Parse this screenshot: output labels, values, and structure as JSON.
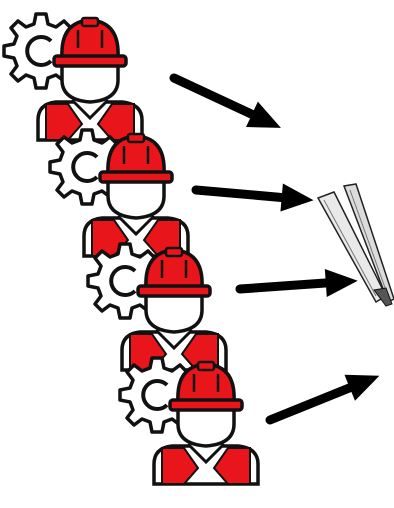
{
  "colors": {
    "helmet": "#e8161b",
    "vest": "#e8161b",
    "outline": "#111111",
    "arrow": "#000000",
    "background": "#ffffff"
  },
  "icons": {
    "worker": "worker-with-gear-icon",
    "arrow": "right-arrow-icon",
    "tool": "tweezers-icon"
  },
  "workers": [
    {
      "id": "worker-1"
    },
    {
      "id": "worker-2"
    },
    {
      "id": "worker-3"
    },
    {
      "id": "worker-4"
    }
  ]
}
